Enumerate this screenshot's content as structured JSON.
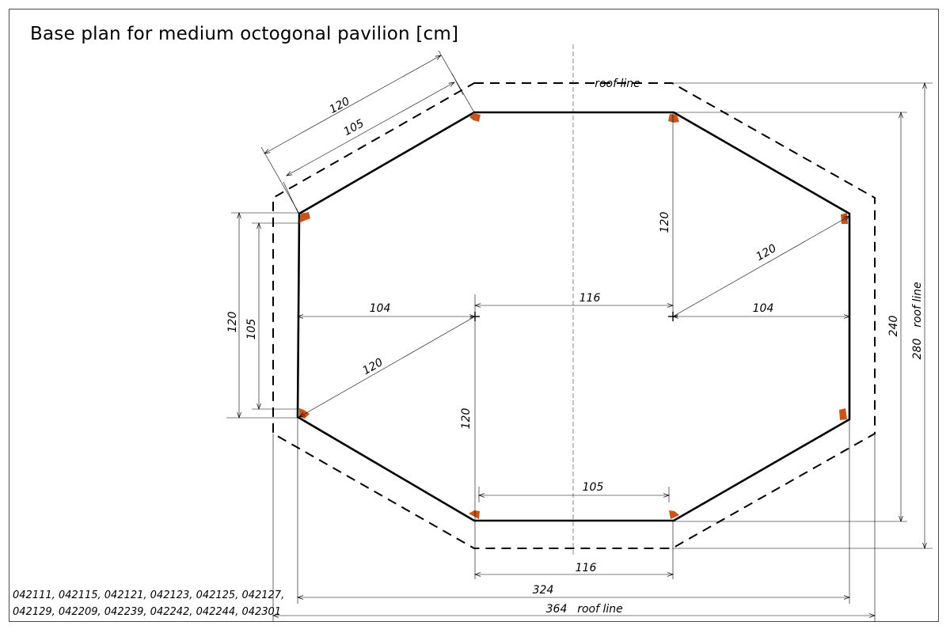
{
  "title": "Base plan for medium octogonal pavilion [cm]",
  "product_codes": [
    "042111, 042115, 042121, 042123, 042125, 042127,",
    "042129, 042209, 042239, 042242, 042244, 042301"
  ],
  "labels": {
    "roof_top": "roof line",
    "roof_bottom": "roof line",
    "roof_right": "roof line"
  },
  "dimensions": {
    "diag_outer": "120",
    "diag_inner": "105",
    "left_outer": "120",
    "left_inner": "105",
    "left_half": "104",
    "center_span": "116",
    "right_half": "104",
    "upper_vertical": "120",
    "right_radius": "120",
    "lower_vertical": "120",
    "left_radius": "120",
    "bottom_side": "105",
    "bottom_roof_side": "116",
    "total_width": "324",
    "roof_width": "364",
    "height_body": "240",
    "height_roof": "280"
  },
  "colors": {
    "post": "#c8541b",
    "line": "#000000",
    "axis": "#888888"
  }
}
